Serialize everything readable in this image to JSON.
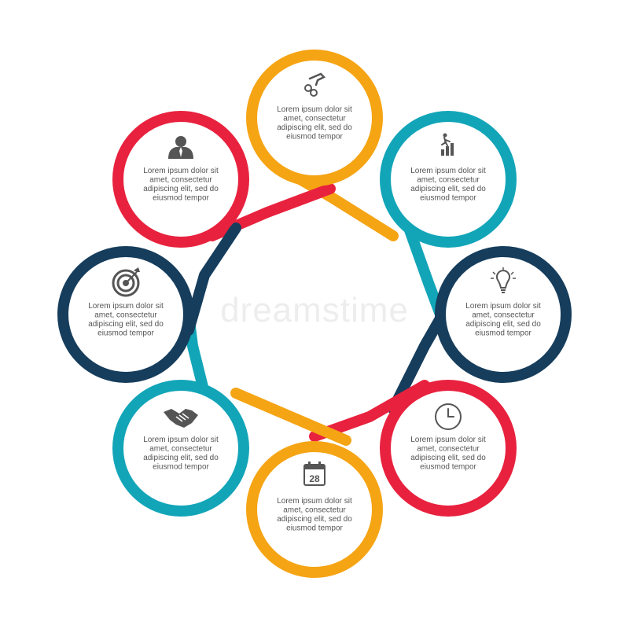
{
  "watermark_text": "dreamstime",
  "colors": {
    "orange": "#F5A414",
    "teal": "#12A5B8",
    "navy": "#163D5C",
    "red": "#E8223E",
    "icon": "#555555",
    "text": "#555555"
  },
  "nodes": [
    {
      "id": "top",
      "color_key": "orange",
      "icon": "robot-hand-gears-icon",
      "lines": [
        "Lorem ipsum dolor sit",
        "amet, consectetur",
        "adipiscing elit, sed do",
        "eiusmod tempor"
      ]
    },
    {
      "id": "top-right",
      "color_key": "teal",
      "icon": "growth-runner-icon",
      "lines": [
        "Lorem ipsum dolor sit",
        "amet, consectetur",
        "adipiscing elit, sed do",
        "eiusmod tempor"
      ]
    },
    {
      "id": "right",
      "color_key": "navy",
      "icon": "lightbulb-icon",
      "lines": [
        "Lorem ipsum dolor sit",
        "amet, consectetur",
        "adipiscing elit, sed do",
        "eiusmod tempor"
      ]
    },
    {
      "id": "bottom-right",
      "color_key": "red",
      "icon": "clock-icon",
      "lines": [
        "Lorem ipsum dolor sit",
        "amet, consectetur",
        "adipiscing elit, sed do",
        "eiusmod tempor"
      ]
    },
    {
      "id": "bottom",
      "color_key": "orange",
      "icon": "calendar-icon",
      "calendar_day": "28",
      "lines": [
        "Lorem ipsum dolor sit",
        "amet, consectetur",
        "adipiscing elit, sed do",
        "eiusmod tempor"
      ]
    },
    {
      "id": "bottom-left",
      "color_key": "teal",
      "icon": "handshake-icon",
      "lines": [
        "Lorem ipsum dolor sit",
        "amet, consectetur",
        "adipiscing elit, sed do",
        "eiusmod tempor"
      ]
    },
    {
      "id": "left",
      "color_key": "navy",
      "icon": "target-icon",
      "lines": [
        "Lorem ipsum dolor sit",
        "amet, consectetur",
        "adipiscing elit, sed do",
        "eiusmod tempor"
      ]
    },
    {
      "id": "top-left",
      "color_key": "red",
      "icon": "businessman-icon",
      "lines": [
        "Lorem ipsum dolor sit",
        "amet, consectetur",
        "adipiscing elit, sed do",
        "eiusmod tempor"
      ]
    }
  ]
}
